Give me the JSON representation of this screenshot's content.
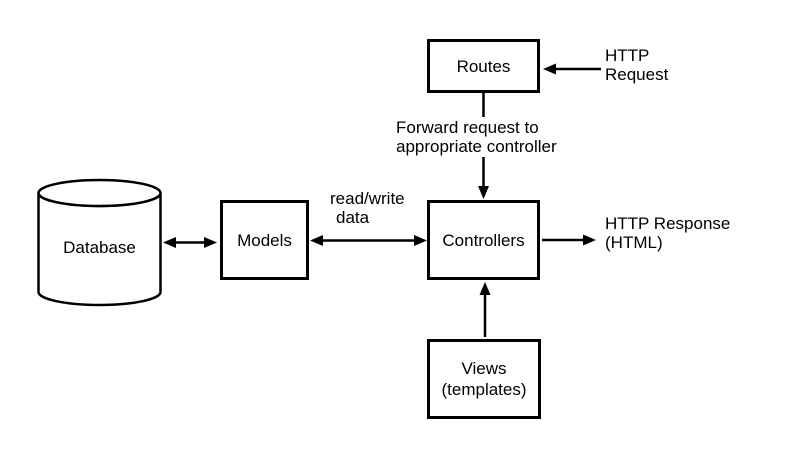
{
  "nodes": {
    "routes": {
      "label": "Routes"
    },
    "models": {
      "label": "Models"
    },
    "controllers": {
      "label": "Controllers"
    },
    "views": {
      "line1": "Views",
      "line2": "(templates)"
    },
    "database": {
      "label": "Database"
    }
  },
  "edge_labels": {
    "http_request": {
      "line1": "HTTP",
      "line2": "Request"
    },
    "forward_request": {
      "line1": "Forward request to",
      "line2": "appropriate controller"
    },
    "read_write": {
      "line1": "read/write",
      "line2": "data"
    },
    "http_response": {
      "line1": "HTTP Response",
      "line2": "(HTML)"
    }
  },
  "edges": [
    {
      "from": "http-request-label",
      "to": "routes",
      "direction": "one-way"
    },
    {
      "from": "routes",
      "to": "controllers",
      "direction": "one-way",
      "label": "Forward request to appropriate controller"
    },
    {
      "from": "database",
      "to": "models",
      "direction": "two-way"
    },
    {
      "from": "models",
      "to": "controllers",
      "direction": "two-way",
      "label": "read/write data"
    },
    {
      "from": "controllers",
      "to": "http-response-label",
      "direction": "one-way"
    },
    {
      "from": "views",
      "to": "controllers",
      "direction": "one-way"
    }
  ],
  "colors": {
    "line": "#000000",
    "text": "#000000",
    "shape_fill": "#ffffff",
    "background": "#ffffff"
  }
}
